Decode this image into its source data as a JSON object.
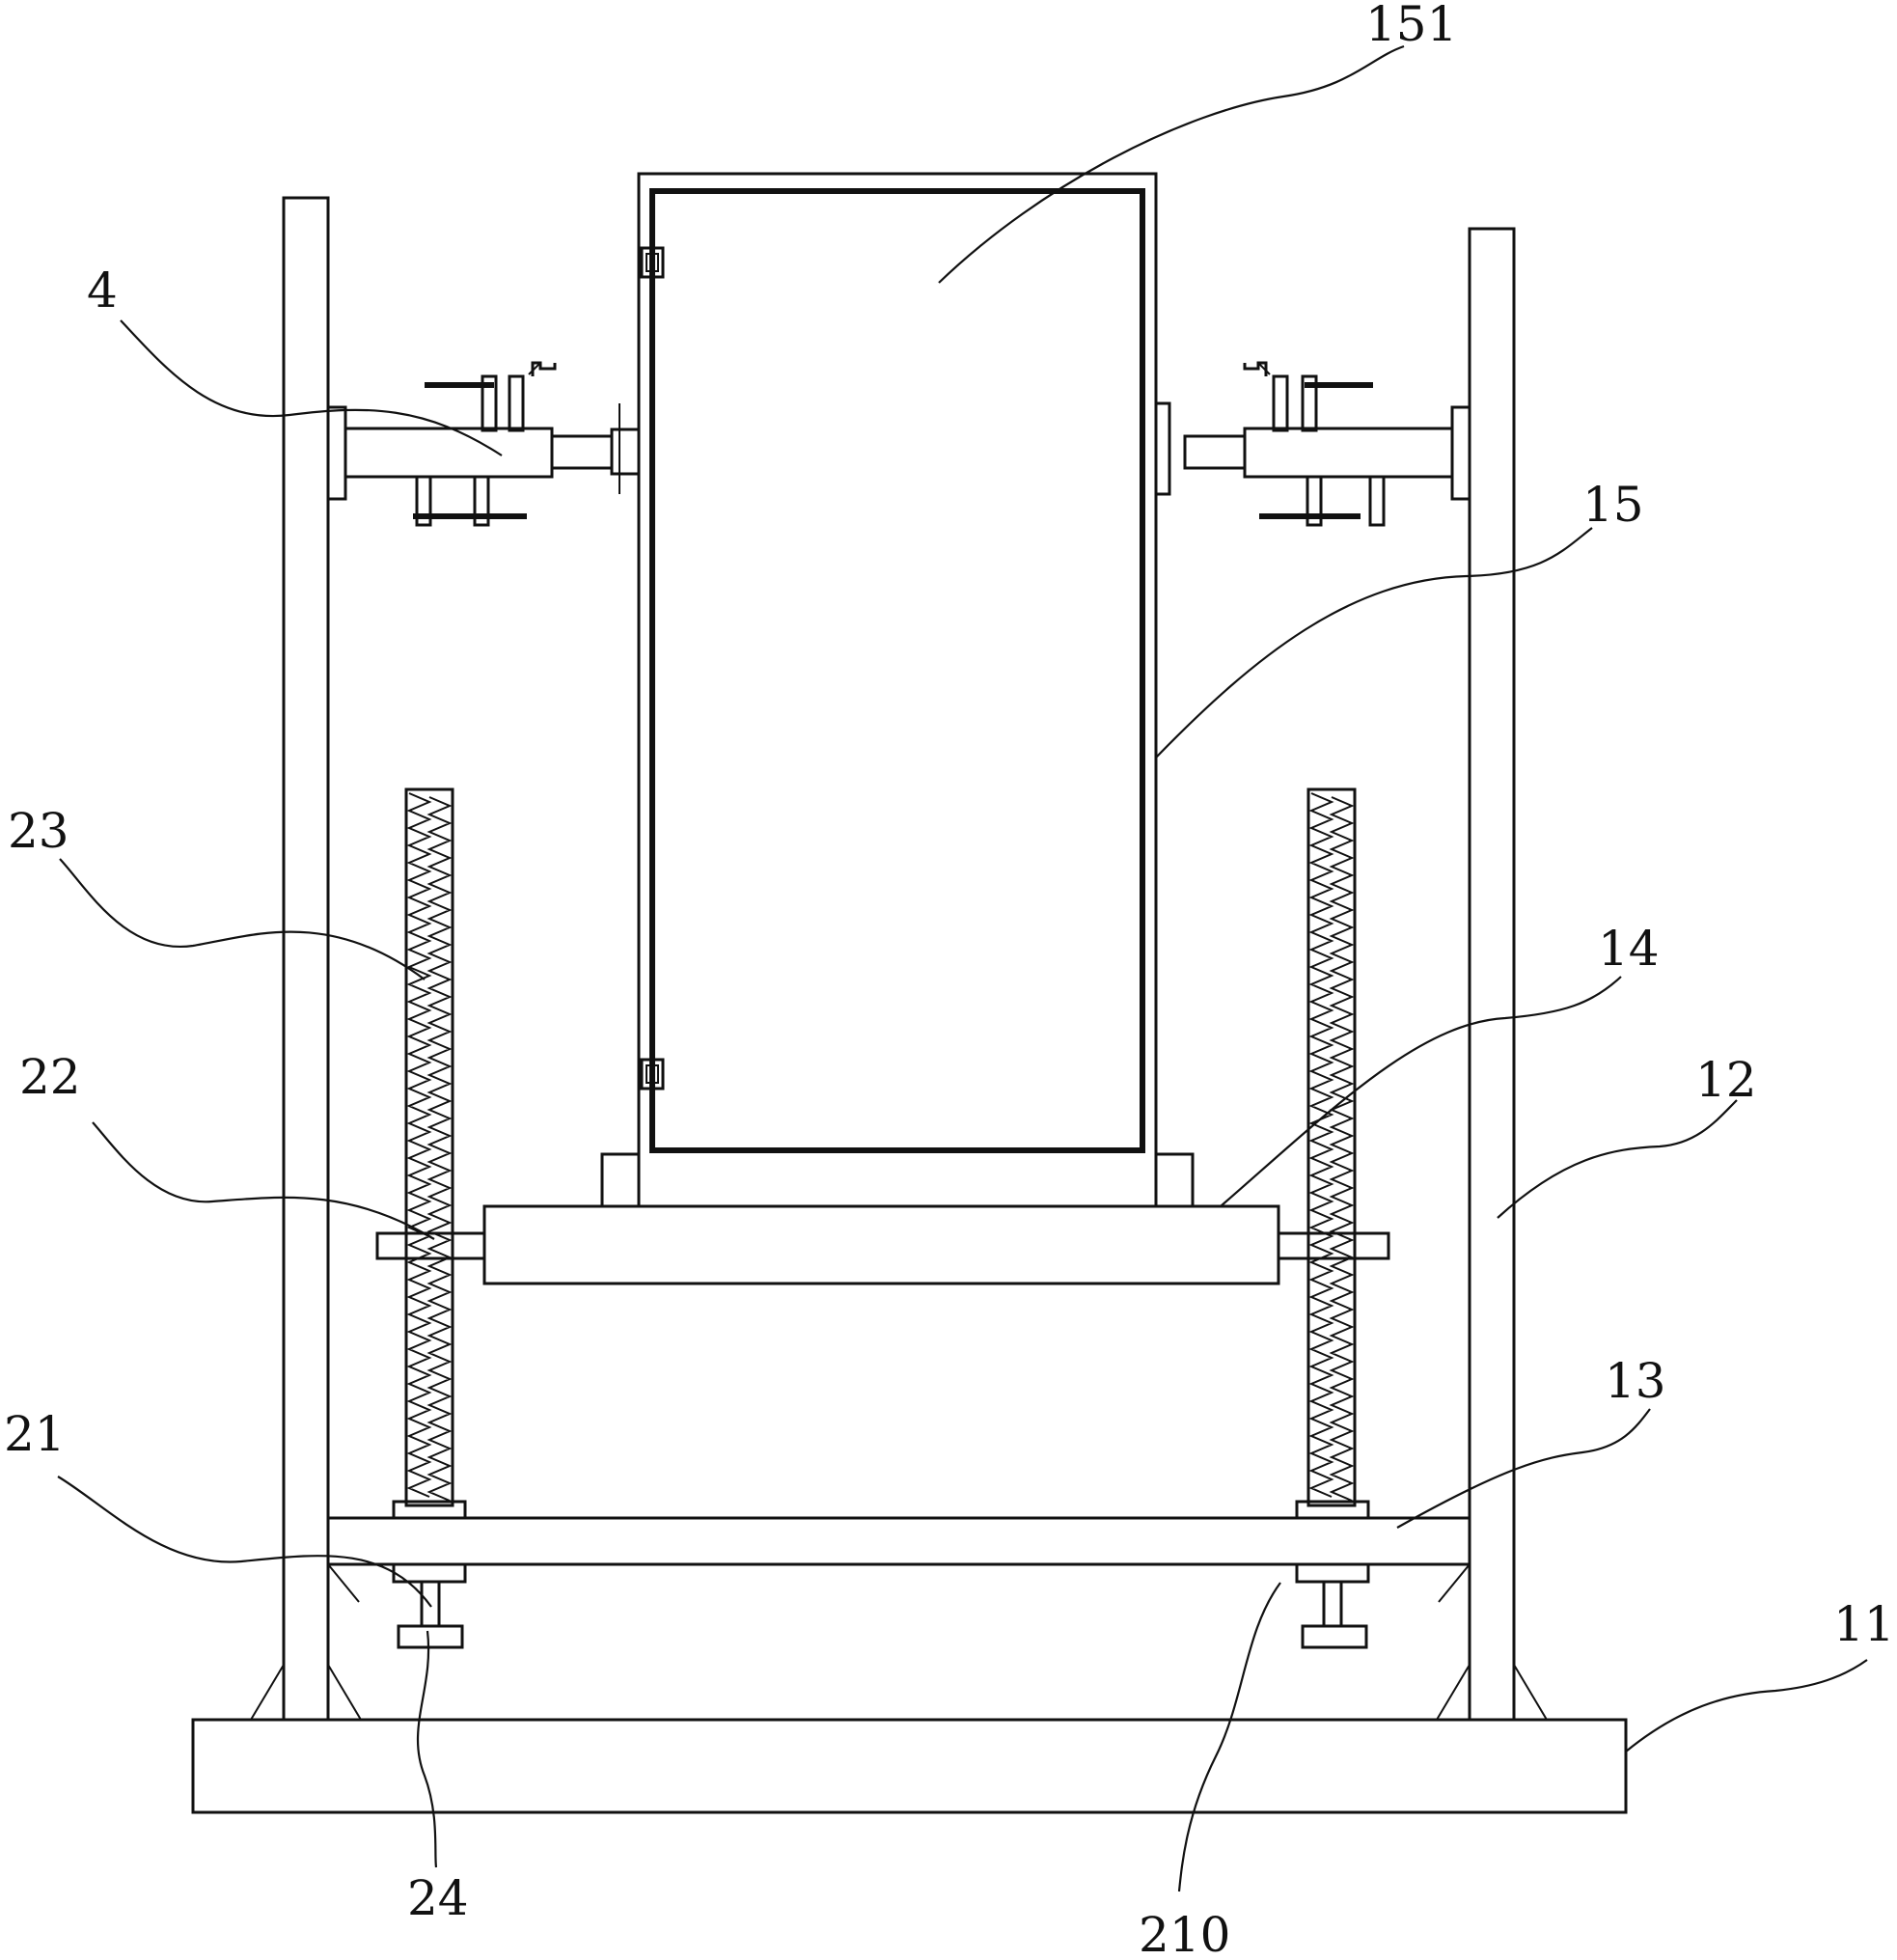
{
  "figure": {
    "type": "mechanical-drawing",
    "labels": [
      {
        "id": "151",
        "text": "151"
      },
      {
        "id": "4",
        "text": "4"
      },
      {
        "id": "15",
        "text": "15"
      },
      {
        "id": "23",
        "text": "23"
      },
      {
        "id": "14",
        "text": "14"
      },
      {
        "id": "22",
        "text": "22"
      },
      {
        "id": "12",
        "text": "12"
      },
      {
        "id": "13",
        "text": "13"
      },
      {
        "id": "21",
        "text": "21"
      },
      {
        "id": "11",
        "text": "11"
      },
      {
        "id": "24",
        "text": "24"
      },
      {
        "id": "210",
        "text": "210"
      }
    ]
  }
}
